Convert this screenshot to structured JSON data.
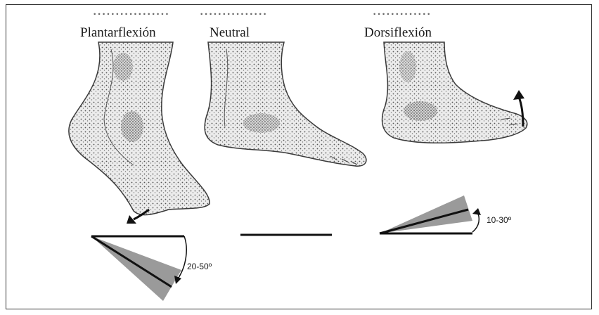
{
  "labels": {
    "plantarflexion": "Plantarflexión",
    "neutral": "Neutral",
    "dorsiflexion": "Dorsiflexión"
  },
  "angles": {
    "plantarflexion_range": "20-50º",
    "dorsiflexion_range": "10-30º"
  },
  "colors": {
    "line": "#111111",
    "wedge": "#9a9a9a",
    "foot_fill": "#e6e6e6",
    "foot_stroke": "#3a3a3a"
  }
}
